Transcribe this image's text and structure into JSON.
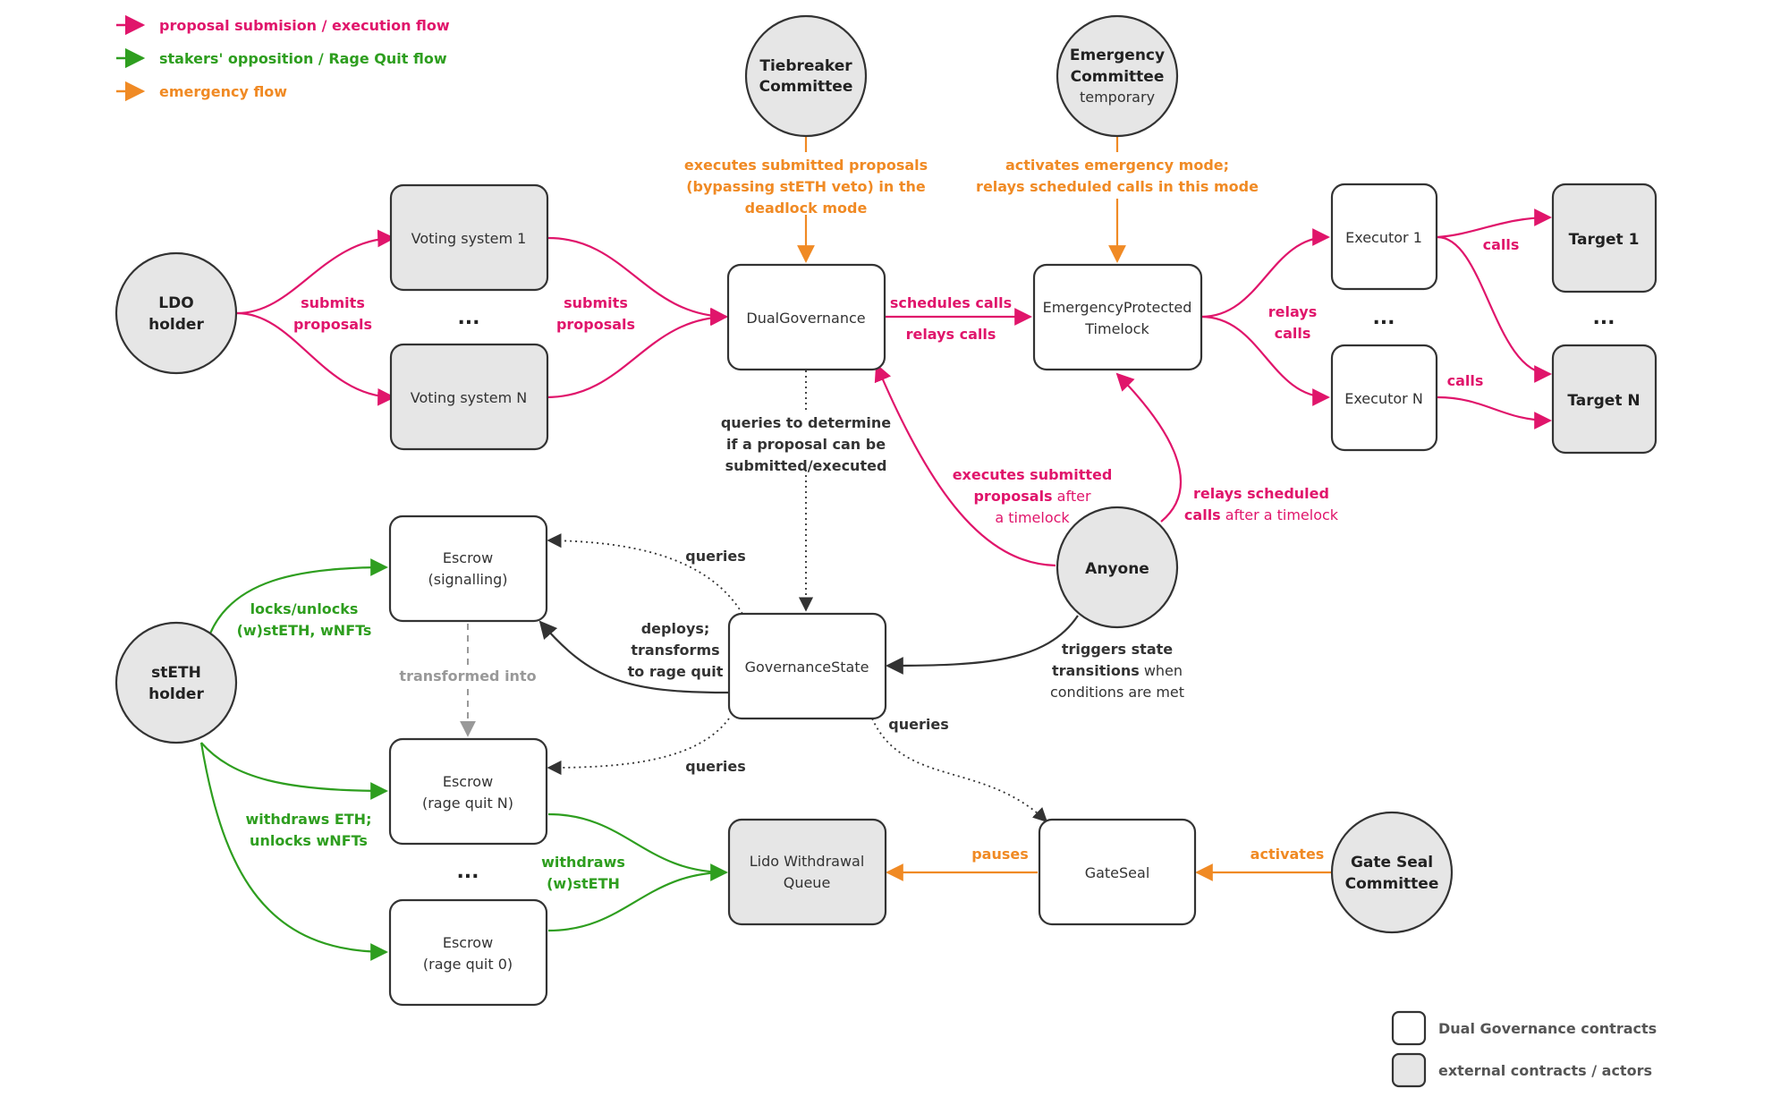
{
  "colors": {
    "proposal": "#e0156b",
    "opposition": "#2e9e1f",
    "emergency": "#f08a24",
    "dark": "#333333",
    "grey": "#999999",
    "contract_fill": "#ffffff",
    "external_fill": "#e6e6e6"
  },
  "legend": {
    "proposal": "proposal submision / execution flow",
    "opposition": "stakers' opposition / Rage Quit flow",
    "emergency": "emergency flow",
    "dg_contracts": "Dual Governance contracts",
    "external": "external contracts / actors"
  },
  "nodes": {
    "tiebreaker": [
      "Tiebreaker",
      "Committee"
    ],
    "emergency_committee": [
      "Emergency",
      "Committee"
    ],
    "emergency_committee_sub": "temporary",
    "ldo_holder": [
      "LDO",
      "holder"
    ],
    "steth_holder": [
      "stETH",
      "holder"
    ],
    "anyone": "Anyone",
    "gate_seal_committee": [
      "Gate Seal",
      "Committee"
    ],
    "voting_1": "Voting system 1",
    "voting_n": "Voting system N",
    "dual_governance": "DualGovernance",
    "timelock": [
      "EmergencyProtected",
      "Timelock"
    ],
    "executor_1": "Executor 1",
    "executor_n": "Executor N",
    "target_1": "Target 1",
    "target_n": "Target N",
    "escrow_signalling": [
      "Escrow",
      "(signalling)"
    ],
    "governance_state": "GovernanceState",
    "escrow_rq_n": [
      "Escrow",
      "(rage quit N)"
    ],
    "escrow_rq_0": [
      "Escrow",
      "(rage quit 0)"
    ],
    "lido_wq": [
      "Lido Withdrawal",
      "Queue"
    ],
    "gate_seal": "GateSeal",
    "ellipsis": "..."
  },
  "labels": {
    "submits_proposals_1": [
      "submits",
      "proposals"
    ],
    "submits_proposals_2": [
      "submits",
      "proposals"
    ],
    "tiebreaker_note": [
      "executes submitted proposals",
      "(bypassing stETH veto) in the",
      "deadlock mode"
    ],
    "emergency_note": [
      "activates emergency mode;",
      "relays scheduled calls in this mode"
    ],
    "schedules_calls": "schedules calls",
    "relays_calls": "relays calls",
    "relays_calls_exec": [
      "relays",
      "calls"
    ],
    "calls_1": "calls",
    "calls_n": "calls",
    "queries_determine": [
      "queries to determine",
      "if a proposal can be",
      "submitted/executed"
    ],
    "executes_submitted_line1": "executes submitted",
    "executes_submitted_line2_bold": "proposals",
    "executes_submitted_line2_rest": " after",
    "executes_submitted_line3": "a timelock",
    "relays_scheduled_line1": "relays scheduled",
    "relays_scheduled_line2_bold": "calls",
    "relays_scheduled_line2_rest": " after a timelock",
    "queries_top": "queries",
    "queries_bottom": "queries",
    "queries_gateseal": "queries",
    "deploys": [
      "deploys;",
      "transforms",
      "to rage quit"
    ],
    "triggers_line1": "triggers state",
    "triggers_line2_bold": "transitions",
    "triggers_line2_rest": " when",
    "triggers_line3": "conditions are met",
    "locks": [
      "locks/unlocks",
      "(w)stETH, wNFTs"
    ],
    "transformed_into": "transformed into",
    "withdraws_eth": [
      "withdraws ETH;",
      "unlocks wNFTs"
    ],
    "withdraws_steth": [
      "withdraws",
      "(w)stETH"
    ],
    "pauses": "pauses",
    "activates": "activates"
  }
}
